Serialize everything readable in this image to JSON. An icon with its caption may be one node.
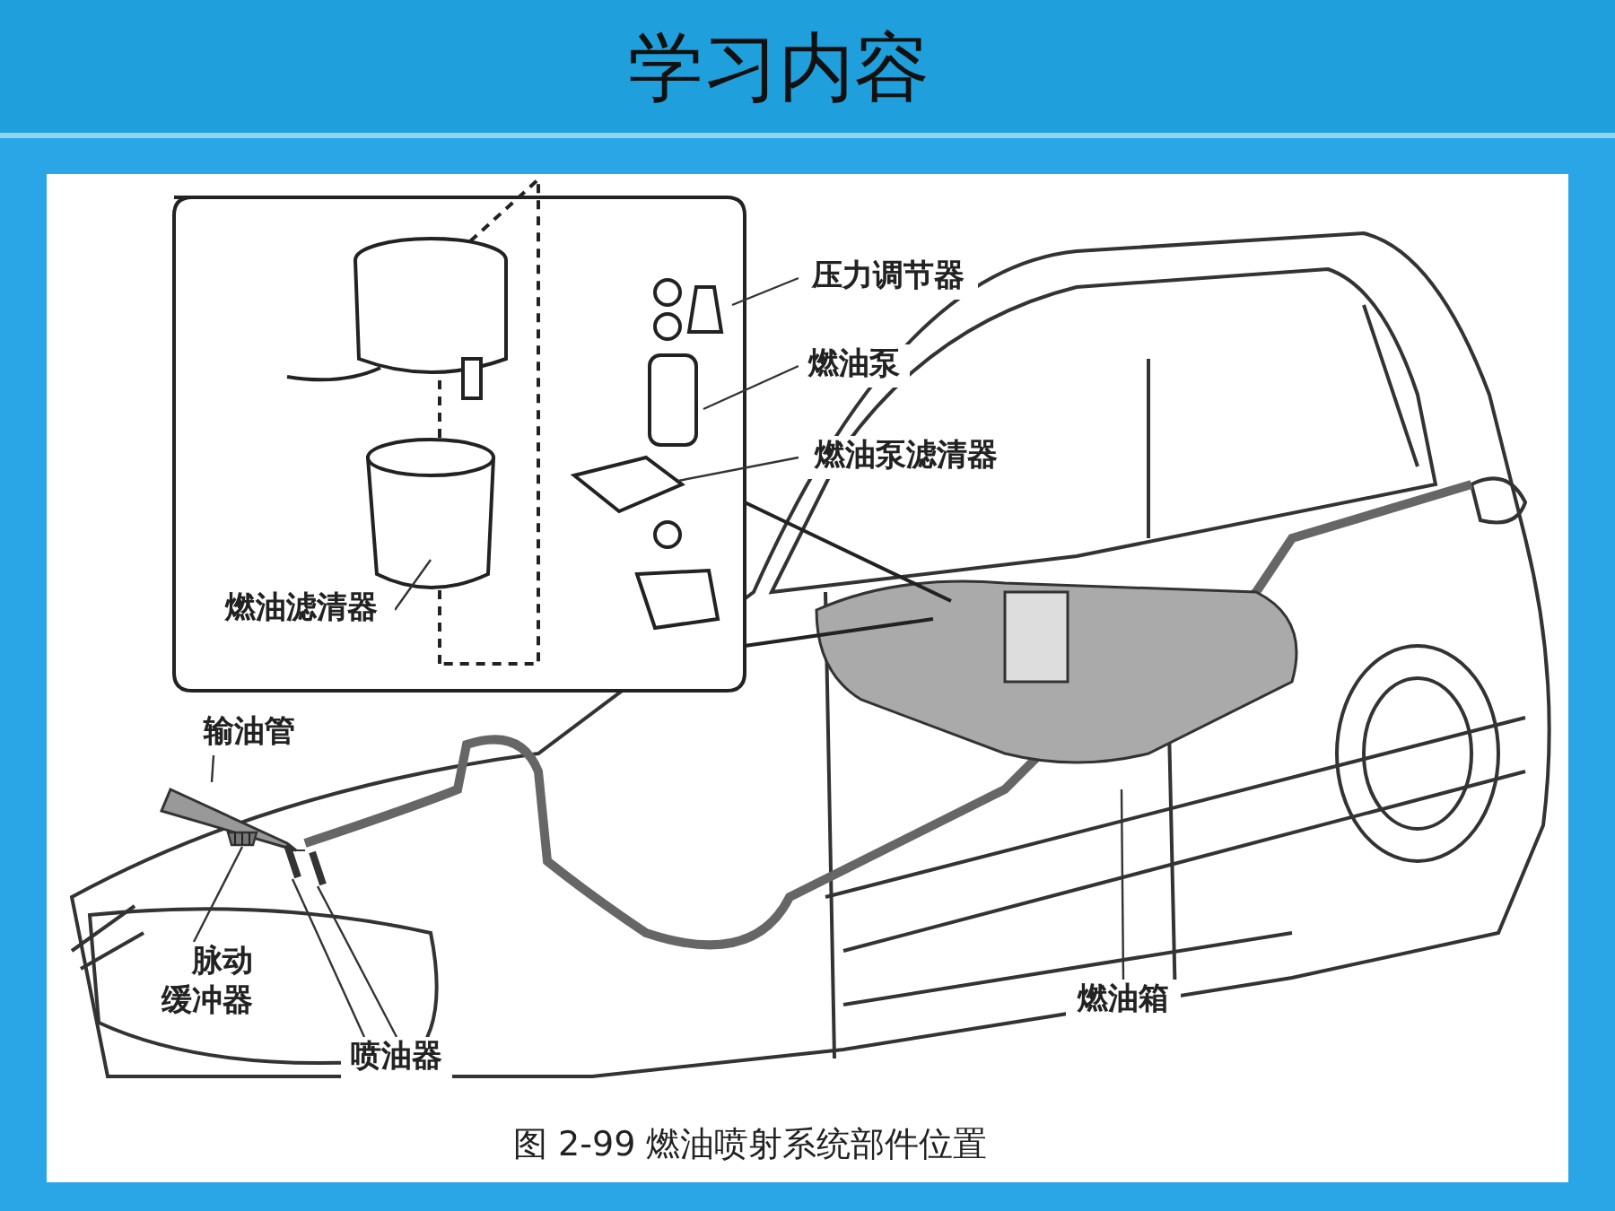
{
  "diagram": {
    "title": "学习内容",
    "caption": "图 2-99 燃油喷射系统部件位置",
    "nodes": [
      {
        "text": [
          "压力调节器"
        ]
      },
      {
        "text": [
          "燃油泵"
        ]
      },
      {
        "text": [
          "燃油泵滤清器"
        ]
      },
      {
        "text": [
          "燃油滤清器"
        ]
      },
      {
        "text": [
          "输油管"
        ]
      },
      {
        "text": [
          "脉动缓冲器"
        ]
      },
      {
        "text": [
          "喷油器"
        ]
      },
      {
        "text": [
          "燃油箱"
        ]
      },
      {
        "text": [],
        "shape": "picture"
      },
      {
        "text": [],
        "shape": "picture"
      },
      {
        "text": [],
        "shape": "picture"
      },
      {
        "text": [],
        "shape": "picture"
      }
    ],
    "edges": [
      {
        "from": 0,
        "to": null,
        "arrow": "none"
      },
      {
        "from": 1,
        "to": null,
        "arrow": "none"
      },
      {
        "from": 2,
        "to": null,
        "arrow": "none"
      },
      {
        "from": 3,
        "to": null,
        "arrow": "none"
      },
      {
        "from": 4,
        "to": 8,
        "arrow": "none"
      },
      {
        "from": 5,
        "to": 9,
        "arrow": "none"
      },
      {
        "from": 6,
        "to": 10,
        "arrow": "none"
      },
      {
        "from": 6,
        "to": 11,
        "arrow": "none"
      },
      {
        "from": 7,
        "to": null,
        "arrow": "none"
      }
    ]
  }
}
